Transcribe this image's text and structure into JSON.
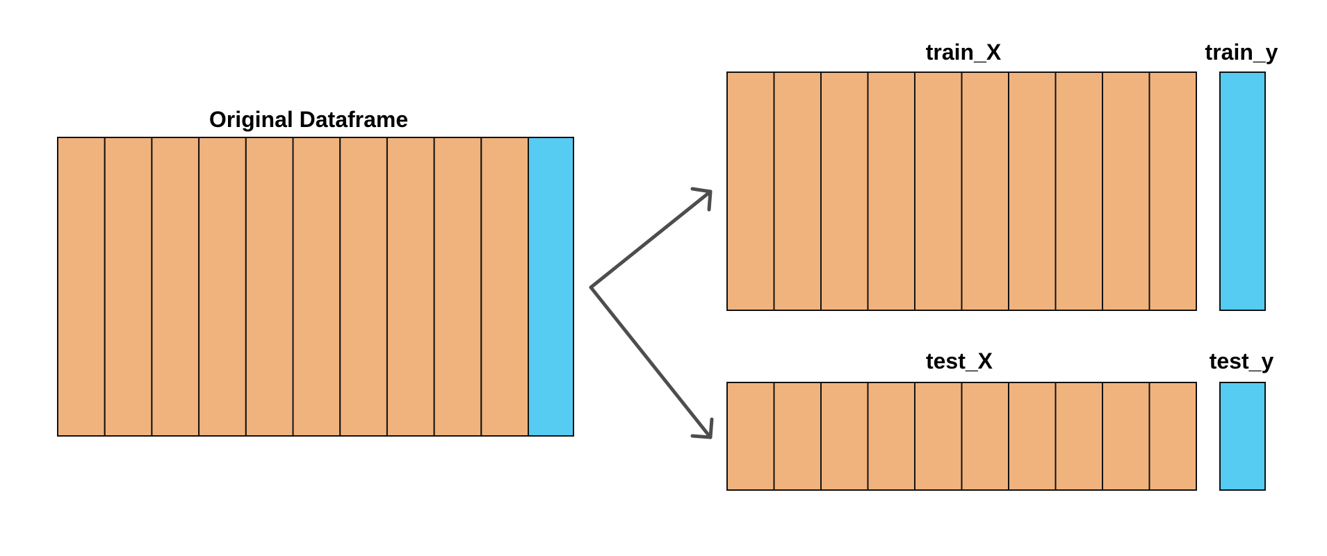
{
  "labels": {
    "original": "Original Dataframe",
    "train_x": "train_X",
    "train_y": "train_y",
    "test_x": "test_X",
    "test_y": "test_y"
  },
  "colors": {
    "feature_column": "#F0B37E",
    "target_column": "#56CCF2",
    "border": "#111111",
    "arrow": "#4D4D4D",
    "background": "#FFFFFF"
  },
  "feature_column_count": 10
}
